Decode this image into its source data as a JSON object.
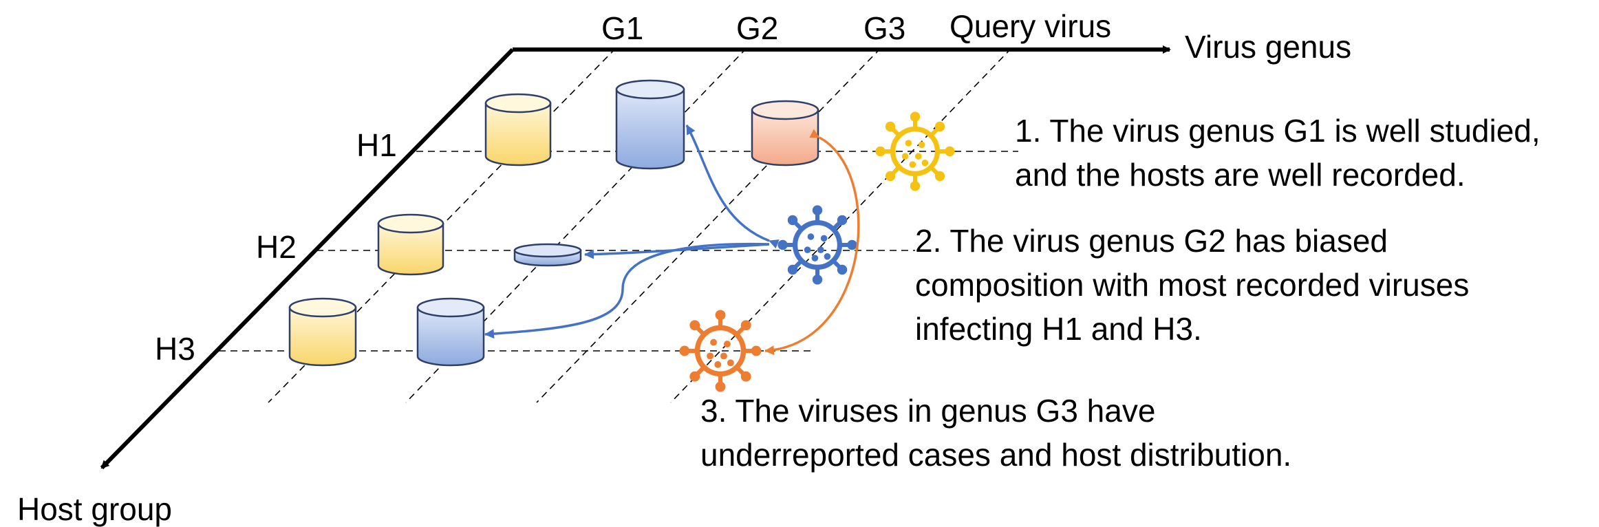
{
  "axes": {
    "x_label": "Virus genus",
    "y_label": "Host group",
    "columns": [
      "G1",
      "G2",
      "G3",
      "Query virus"
    ],
    "rows": [
      "H1",
      "H2",
      "H3"
    ]
  },
  "notes": [
    {
      "line1": "1. The virus genus G1 is well studied,",
      "line2": "and the hosts are well recorded."
    },
    {
      "line1": "2. The virus genus G2 has biased",
      "line2": "composition with most recorded viruses",
      "line3": "infecting H1 and H3."
    },
    {
      "line1": "3. The viruses in genus G3 have",
      "line2": "underreported cases and host distribution."
    }
  ],
  "colors": {
    "axis": "#000000",
    "g1_record": "#fbe08a",
    "g2_record": "#9ab3e2",
    "g3_record": "#f4b49a",
    "query_virus_h1": "#f5c211",
    "query_virus_h2": "#4472c4",
    "query_virus_h3": "#ed7d31",
    "arrow_g2": "#4472c4",
    "arrow_g3": "#ed7d31"
  },
  "icons": {
    "record_store": "database-cylinder-icon",
    "virus": "virus-icon"
  }
}
